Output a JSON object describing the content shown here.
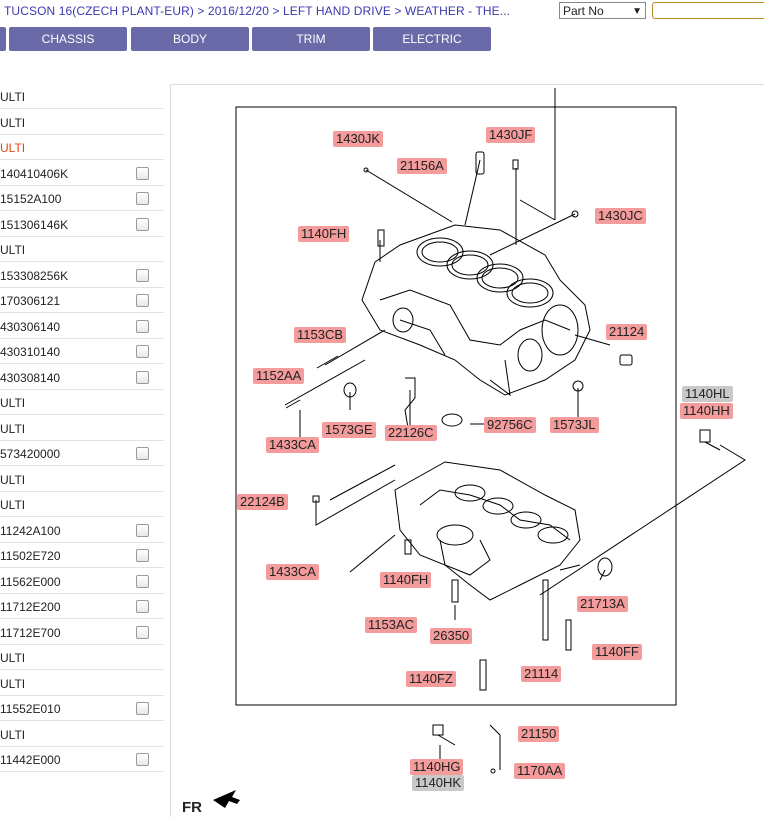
{
  "breadcrumb": "TUCSON 16(CZECH PLANT-EUR) > 2016/12/20 > LEFT HAND DRIVE > WEATHER - THE...",
  "search": {
    "select_value": "Part No",
    "input_value": ""
  },
  "tabs": [
    {
      "label": ""
    },
    {
      "label": "CHASSIS"
    },
    {
      "label": "BODY"
    },
    {
      "label": "TRIM"
    },
    {
      "label": "ELECTRIC"
    }
  ],
  "sidebar": {
    "rows": [
      {
        "code": "ULTI",
        "checkbox": false,
        "highlight": false
      },
      {
        "code": "ULTI",
        "checkbox": false,
        "highlight": false
      },
      {
        "code": "ULTI",
        "checkbox": false,
        "highlight": true
      },
      {
        "code": "140410406K",
        "checkbox": true,
        "highlight": false
      },
      {
        "code": "15152A100",
        "checkbox": true,
        "highlight": false
      },
      {
        "code": "151306146K",
        "checkbox": true,
        "highlight": false
      },
      {
        "code": "ULTI",
        "checkbox": false,
        "highlight": false
      },
      {
        "code": "153308256K",
        "checkbox": true,
        "highlight": false
      },
      {
        "code": "170306121",
        "checkbox": true,
        "highlight": false
      },
      {
        "code": "430306140",
        "checkbox": true,
        "highlight": false
      },
      {
        "code": "430310140",
        "checkbox": true,
        "highlight": false
      },
      {
        "code": "430308140",
        "checkbox": true,
        "highlight": false
      },
      {
        "code": "ULTI",
        "checkbox": false,
        "highlight": false
      },
      {
        "code": "ULTI",
        "checkbox": false,
        "highlight": false
      },
      {
        "code": "573420000",
        "checkbox": true,
        "highlight": false
      },
      {
        "code": "ULTI",
        "checkbox": false,
        "highlight": false
      },
      {
        "code": "ULTI",
        "checkbox": false,
        "highlight": false
      },
      {
        "code": "11242A100",
        "checkbox": true,
        "highlight": false
      },
      {
        "code": "11502E720",
        "checkbox": true,
        "highlight": false
      },
      {
        "code": "11562E000",
        "checkbox": true,
        "highlight": false
      },
      {
        "code": "11712E200",
        "checkbox": true,
        "highlight": false
      },
      {
        "code": "11712E700",
        "checkbox": true,
        "highlight": false
      },
      {
        "code": "ULTI",
        "checkbox": false,
        "highlight": false
      },
      {
        "code": "ULTI",
        "checkbox": false,
        "highlight": false
      },
      {
        "code": "11552E010",
        "checkbox": true,
        "highlight": false
      },
      {
        "code": "ULTI",
        "checkbox": false,
        "highlight": false
      },
      {
        "code": "11442E000",
        "checkbox": true,
        "highlight": false
      }
    ]
  },
  "diagram": {
    "callouts": [
      {
        "id": "1430JK",
        "style": "red"
      },
      {
        "id": "1430JF",
        "style": "red"
      },
      {
        "id": "21156A",
        "style": "red"
      },
      {
        "id": "1430JC",
        "style": "red"
      },
      {
        "id": "1140FH",
        "style": "red"
      },
      {
        "id": "21124",
        "style": "red"
      },
      {
        "id": "1153CB",
        "style": "red"
      },
      {
        "id": "1152AA",
        "style": "red"
      },
      {
        "id": "1140HL",
        "style": "gray"
      },
      {
        "id": "1140HH",
        "style": "red"
      },
      {
        "id": "1573GE",
        "style": "red"
      },
      {
        "id": "22126C",
        "style": "red"
      },
      {
        "id": "92756C",
        "style": "red"
      },
      {
        "id": "1573JL",
        "style": "red"
      },
      {
        "id": "1433CA",
        "style": "red"
      },
      {
        "id": "22124B",
        "style": "red"
      },
      {
        "id": "1433CA",
        "style": "red"
      },
      {
        "id": "1140FH",
        "style": "red"
      },
      {
        "id": "21713A",
        "style": "red"
      },
      {
        "id": "1153AC",
        "style": "red"
      },
      {
        "id": "26350",
        "style": "red"
      },
      {
        "id": "1140FF",
        "style": "red"
      },
      {
        "id": "21114",
        "style": "red"
      },
      {
        "id": "1140FZ",
        "style": "red"
      },
      {
        "id": "21150",
        "style": "red"
      },
      {
        "id": "1140HG",
        "style": "red"
      },
      {
        "id": "1140HK",
        "style": "gray"
      },
      {
        "id": "1170AA",
        "style": "red"
      }
    ],
    "direction_label": "FR"
  },
  "colors": {
    "tab": "#6a6aa8",
    "callout": "#f49c9c",
    "callout_alt": "#c9c9c9",
    "link": "#3a3ab0",
    "highlight_text": "#e04a1a"
  }
}
